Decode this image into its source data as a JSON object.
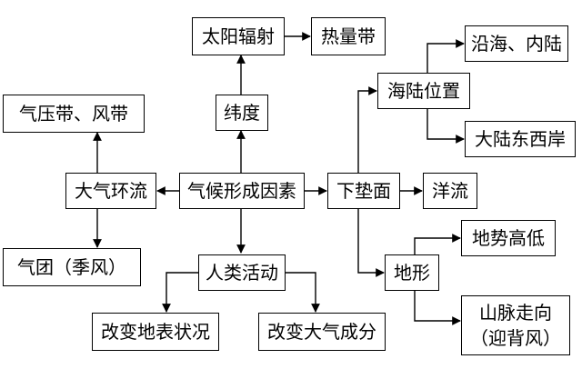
{
  "nodes": {
    "solar_radiation": "太阳辐射",
    "heat_zones": "热量带",
    "latitude": "纬度",
    "pressure_wind_belts": "气压带、风带",
    "atmospheric_circulation": "大气环流",
    "climate_factors": "气候形成因素",
    "underlying_surface": "下垫面",
    "ocean_currents": "洋流",
    "sea_land_position": "海陆位置",
    "coastal_inland": "沿海、内陆",
    "continent_coasts": "大陆东西岸",
    "air_mass": "气团（季风）",
    "human_activity": "人类活动",
    "change_surface": "改变地表状况",
    "change_atmosphere": "改变大气成分",
    "terrain": "地形",
    "elevation": "地势高低",
    "mountain_direction_line1": "山脉走向",
    "mountain_direction_line2": "（迎背风）"
  }
}
